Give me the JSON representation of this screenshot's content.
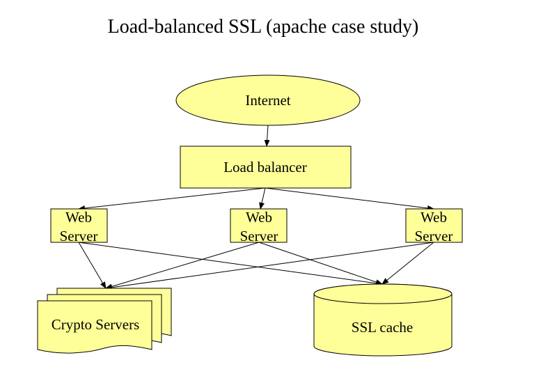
{
  "title": "Load-balanced SSL (apache case study)",
  "nodes": {
    "internet": "Internet",
    "load_balancer": "Load balancer",
    "web_server_1": [
      "Web",
      "Server"
    ],
    "web_server_2": [
      "Web",
      "Server"
    ],
    "web_server_3": [
      "Web",
      "Server"
    ],
    "crypto_servers": "Crypto Servers",
    "ssl_cache": "SSL cache"
  },
  "edges": [
    {
      "from": "Internet",
      "to": "Load balancer"
    },
    {
      "from": "Load balancer",
      "to": "Web Server (left)"
    },
    {
      "from": "Load balancer",
      "to": "Web Server (center)"
    },
    {
      "from": "Load balancer",
      "to": "Web Server (right)"
    },
    {
      "from": "Web Server (left)",
      "to": "Crypto Servers"
    },
    {
      "from": "Web Server (left)",
      "to": "SSL cache"
    },
    {
      "from": "Web Server (center)",
      "to": "Crypto Servers"
    },
    {
      "from": "Web Server (center)",
      "to": "SSL cache"
    },
    {
      "from": "Web Server (right)",
      "to": "Crypto Servers"
    },
    {
      "from": "Web Server (right)",
      "to": "SSL cache"
    }
  ],
  "colors": {
    "node_fill": "#ffff99",
    "outline": "#000000",
    "background": "#ffffff"
  }
}
